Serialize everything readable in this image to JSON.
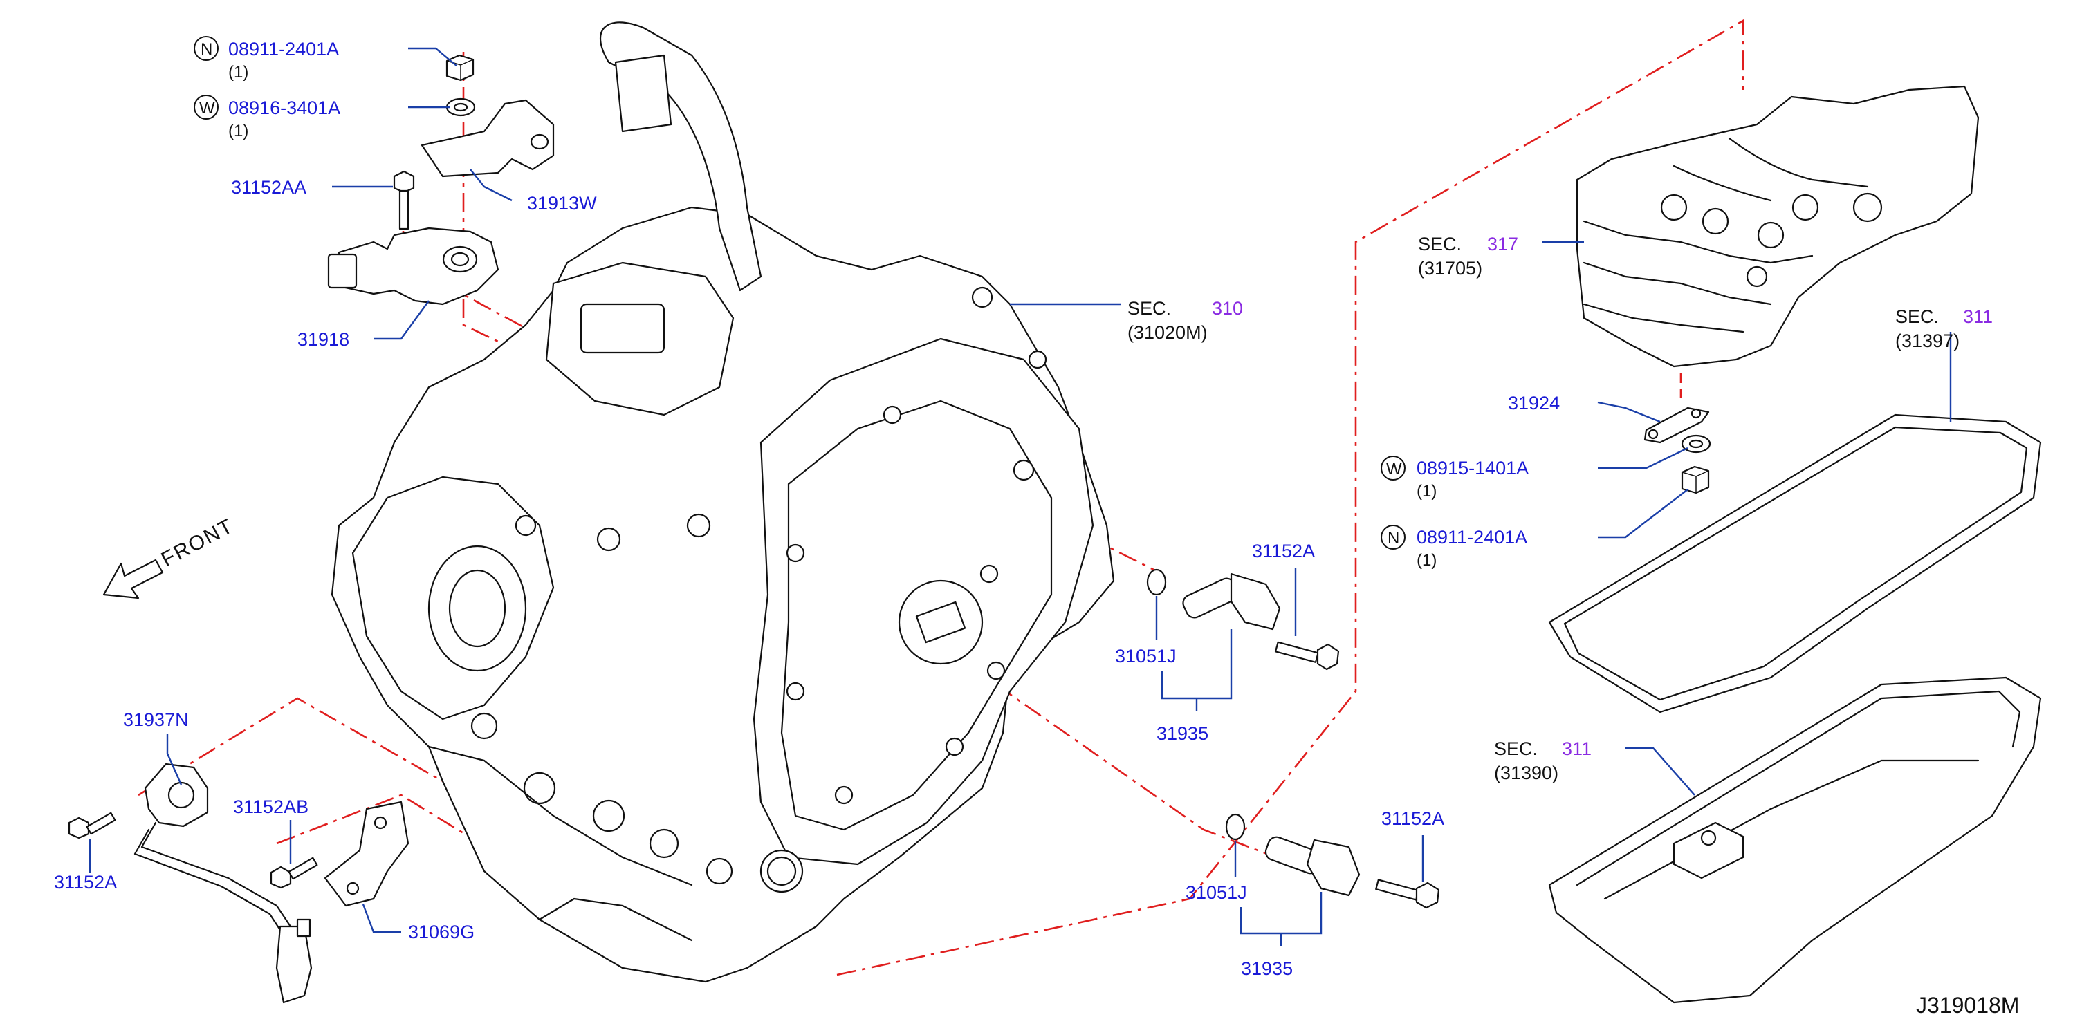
{
  "diagram_code": "J319018M",
  "front_label": "FRONT",
  "top_left": {
    "nut": {
      "badge": "N",
      "part_no": "08911-2401A",
      "qty": "(1)"
    },
    "washer": {
      "badge": "W",
      "part_no": "08916-3401A",
      "qty": "(1)"
    },
    "bolt": {
      "part_no": "31152AA"
    },
    "bracket": {
      "part_no": "31913W"
    },
    "switch": {
      "part_no": "31918"
    }
  },
  "section_310": {
    "prefix": "SEC.",
    "number": "310",
    "ref": "(31020M)"
  },
  "section_317": {
    "prefix": "SEC.",
    "number": "317",
    "ref": "(31705)"
  },
  "section_311_gasket": {
    "prefix": "SEC.",
    "number": "311",
    "ref": "(31397)"
  },
  "section_311_pan": {
    "prefix": "SEC.",
    "number": "311",
    "ref": "(31390)"
  },
  "valve_body_parts": {
    "terminal": {
      "part_no": "31924"
    },
    "washer": {
      "badge": "W",
      "part_no": "08915-1401A",
      "qty": "(1)"
    },
    "nut": {
      "badge": "N",
      "part_no": "08911-2401A",
      "qty": "(1)"
    }
  },
  "upper_sensor": {
    "bolt": {
      "part_no": "31152A"
    },
    "oring": {
      "part_no": "31051J"
    },
    "sensor": {
      "part_no": "31935"
    }
  },
  "lower_sensor": {
    "bolt": {
      "part_no": "31152A"
    },
    "oring": {
      "part_no": "31051J"
    },
    "sensor": {
      "part_no": "31935"
    }
  },
  "lower_left": {
    "harness": {
      "part_no": "31937N"
    },
    "bolt_left": {
      "part_no": "31152A"
    },
    "bolt_bracket": {
      "part_no": "31152AB"
    },
    "bracket": {
      "part_no": "31069G"
    }
  }
}
